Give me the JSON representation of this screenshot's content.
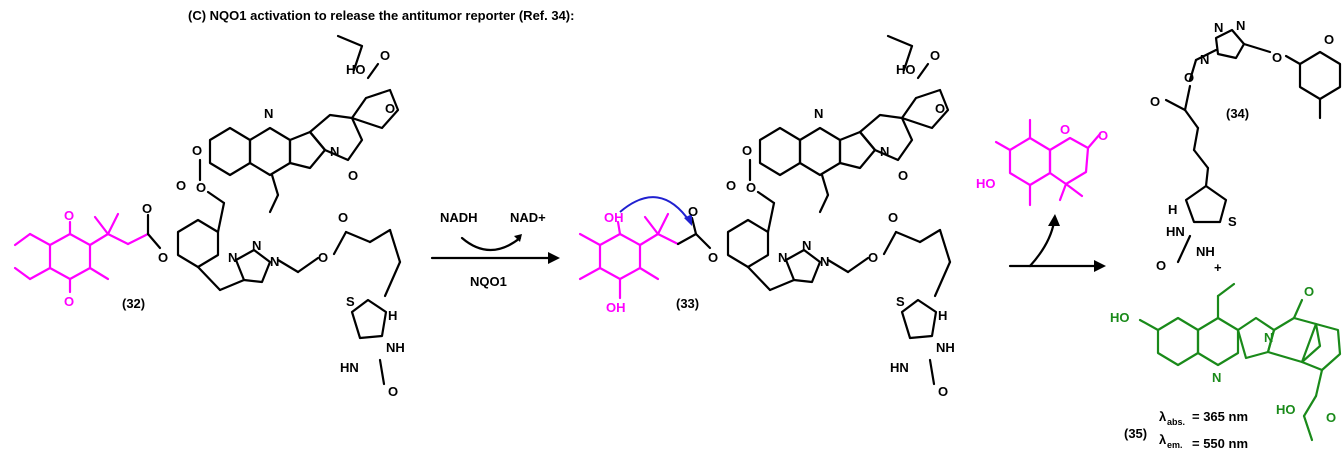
{
  "title": "(C) NQO1 activation to release the antitumor reporter (Ref. 34):",
  "reagents": {
    "above_left": "NADH",
    "above_right": "NAD+",
    "below": "NQO1"
  },
  "compounds": {
    "c32": "(32)",
    "c33": "(33)",
    "c34": "(34)",
    "c35": "(35)"
  },
  "atoms": {
    "HO": "HO",
    "O": "O",
    "N": "N",
    "S": "S",
    "H": "H",
    "NH": "NH",
    "HN": "HN",
    "OH": "OH",
    "plus": "+"
  },
  "spectra": {
    "abs_symbol": "λ",
    "abs_sub": "abs.",
    "abs_value": "= 365 nm",
    "em_symbol": "λ",
    "em_sub": "em.",
    "em_value": "= 550 nm"
  },
  "colors": {
    "quinone_trigger": "#ff00ff",
    "reporter": "#1a8a1a",
    "electron_arrow": "#2020d0"
  }
}
